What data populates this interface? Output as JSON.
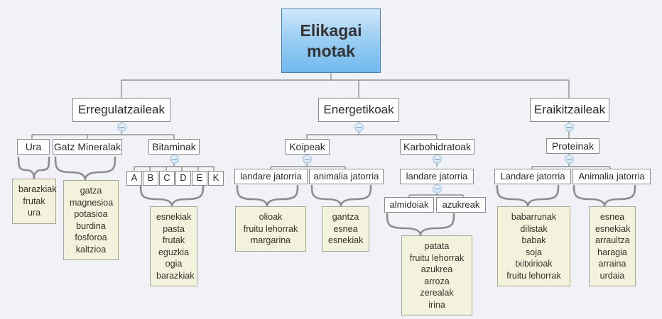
{
  "diagram": {
    "title": "Elikagai motak",
    "background_color": "#f1f2f7",
    "root_fill_color": "#9ecff3",
    "note_fill_color": "#f2f2dd",
    "node_fill_color": "#ffffff",
    "edge_color": "#808080"
  },
  "root": {
    "line1": "Elikagai",
    "line2": "motak"
  },
  "branches": {
    "erregulatzaileak": {
      "label": "Erregulatzaileak",
      "children": {
        "ura": {
          "label": "Ura",
          "note": "barazkiak\nfrutak\nura"
        },
        "gatz_mineralak": {
          "label": "Gatz Mineralak",
          "note": "gatza\nmagnesioa\npotasioa\nburdina\nfosforoa\nkaltzioa"
        },
        "bitaminak": {
          "label": "Bitaminak",
          "vitamins": [
            "A",
            "B",
            "C",
            "D",
            "E",
            "K"
          ],
          "note": "esnekiak\npasta\nfrutak\neguzkia\nogia\nbarazkiak"
        }
      }
    },
    "energetikoak": {
      "label": "Energetikoak",
      "children": {
        "koipeak": {
          "label": "Koipeak",
          "children": {
            "landare_jatorria": {
              "label": "landare jatorria",
              "note": "olioak\nfruitu lehorrak\nmargarina"
            },
            "animalia_jatorria": {
              "label": "animalia jatorria",
              "note": "gantza\nesnea\nesnekiak"
            }
          }
        },
        "karbohidratoak": {
          "label": "Karbohidratoak",
          "children": {
            "landare_jatorria": {
              "label": "landare jatorria",
              "children": {
                "almidoiak": {
                  "label": "almidoiak"
                },
                "azukreak": {
                  "label": "azukreak"
                }
              },
              "note": "patata\nfruitu lehorrak\nazukrea\narroza\nzerealak\nirina"
            }
          }
        }
      }
    },
    "eraikitzaileak": {
      "label": "Eraikitzaileak",
      "children": {
        "proteinak": {
          "label": "Proteinak",
          "children": {
            "landare_jatorria": {
              "label": "Landare jatorria",
              "note": "babarrunak\ndilistak\nbabak\nsoja\ntxitxirioak\nfruitu lehorrak"
            },
            "animalia_jatorria": {
              "label": "Animalia jatorria",
              "note": "esnea\nesnekiak\narraultza\nharagia\narraina\nurdaia"
            }
          }
        }
      }
    }
  },
  "icons": {
    "collapse_toggle": "minus-circle-icon"
  }
}
